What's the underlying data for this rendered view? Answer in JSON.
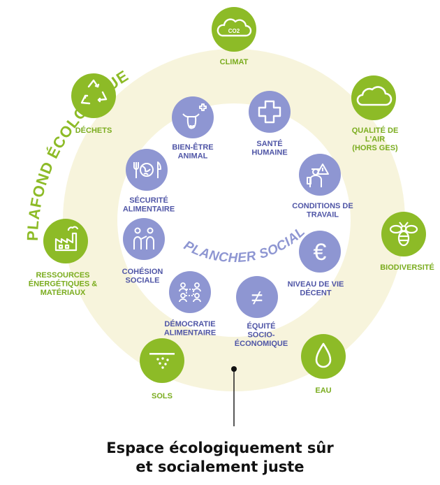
{
  "colors": {
    "ring": "#f7f4dc",
    "eco_icon": "#8dbb27",
    "eco_text": "#7aac1e",
    "social_icon": "#8e96d2",
    "social_text": "#4f55a6",
    "caption": "#111111"
  },
  "ceiling_title": "PLAFOND ÉCOLOGIQUE",
  "floor_title": "PLANCHER SOCIAL",
  "ecological": [
    {
      "id": "climat",
      "icon": "co2-cloud-icon",
      "label": [
        "CLIMAT"
      ],
      "glyph": "CO2"
    },
    {
      "id": "qualite-air",
      "icon": "cloud-icon",
      "label": [
        "QUALITÉ DE",
        "L'AIR",
        "(HORS GES)"
      ]
    },
    {
      "id": "biodiversite",
      "icon": "bee-icon",
      "label": [
        "BIODIVERSITÉ"
      ]
    },
    {
      "id": "eau",
      "icon": "water-drop-icon",
      "label": [
        "EAU"
      ]
    },
    {
      "id": "sols",
      "icon": "soil-icon",
      "label": [
        "SOLS"
      ]
    },
    {
      "id": "ressources",
      "icon": "factory-icon",
      "label": [
        "RESSOURCES",
        "ÉNERGÉTIQUES &",
        "MATÉRIAUX"
      ]
    },
    {
      "id": "dechets",
      "icon": "recycle-icon",
      "label": [
        "DÉCHETS"
      ]
    }
  ],
  "social": [
    {
      "id": "sante",
      "icon": "medical-cross-icon",
      "label": [
        "SANTÉ",
        "HUMAINE"
      ]
    },
    {
      "id": "conditions-travail",
      "icon": "worker-warning-icon",
      "label": [
        "CONDITIONS DE",
        "TRAVAIL"
      ]
    },
    {
      "id": "niveau-vie",
      "icon": "euro-icon",
      "label": [
        "NIVEAU DE VIE",
        "DÉCENT"
      ],
      "glyph": "€"
    },
    {
      "id": "equite",
      "icon": "not-equal-icon",
      "label": [
        "ÉQUITÉ",
        "SOCIO-",
        "ÉCONOMIQUE"
      ],
      "glyph": "≠"
    },
    {
      "id": "democratie",
      "icon": "people-network-icon",
      "label": [
        "DÉMOCRATIE",
        "ALIMENTAIRE"
      ]
    },
    {
      "id": "cohesion",
      "icon": "people-holding-hands-icon",
      "label": [
        "COHÉSION",
        "SOCIALE"
      ]
    },
    {
      "id": "securite",
      "icon": "plate-globe-icon",
      "label": [
        "SÉCURITÉ",
        "ALIMENTAIRE"
      ]
    },
    {
      "id": "bien-etre",
      "icon": "cow-cross-icon",
      "label": [
        "BIEN-ÊTRE",
        "ANIMAL"
      ]
    }
  ],
  "caption": [
    "Espace écologiquement sûr",
    "et socialement juste"
  ]
}
